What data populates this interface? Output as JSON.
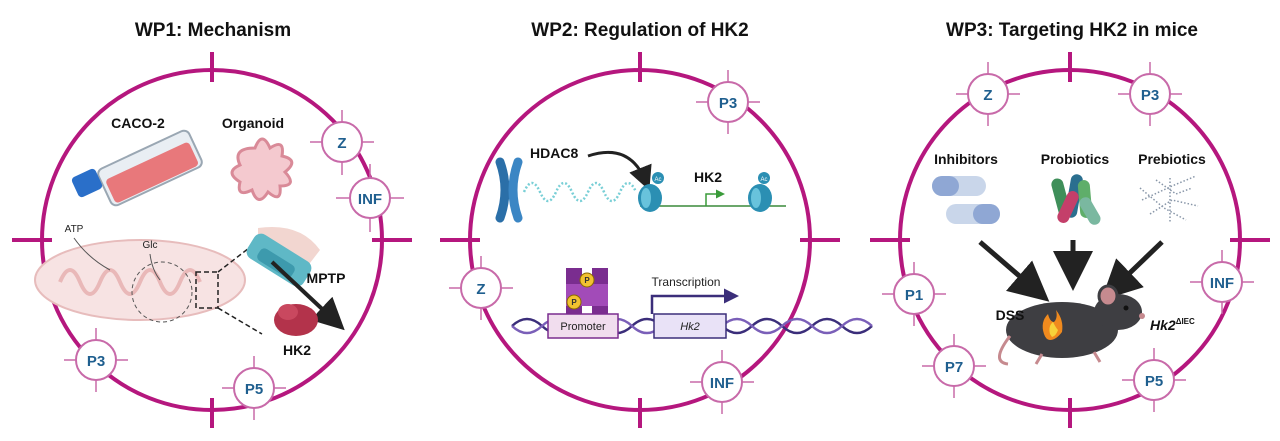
{
  "colors": {
    "ring": "#b5177e",
    "node_text": "#1f5f8f",
    "arrow": "#222222"
  },
  "panels": [
    {
      "title": "WP1: Mechanism",
      "nodes": [
        "Z",
        "INF",
        "P3",
        "P5"
      ],
      "labels": {
        "cell_line": "CACO-2",
        "organoid": "Organoid",
        "atp": "ATP",
        "glc": "Glc",
        "mptp": "MPTP",
        "hk2": "HK2"
      }
    },
    {
      "title": "WP2: Regulation of HK2",
      "nodes": [
        "P3",
        "Z",
        "INF"
      ],
      "labels": {
        "hdac8": "HDAC8",
        "hk2": "HK2",
        "ac": "Ac",
        "p": "P",
        "transcription": "Transcription",
        "promoter": "Promoter",
        "gene": "Hk2"
      }
    },
    {
      "title": "WP3: Targeting HK2 in mice",
      "nodes": [
        "Z",
        "P3",
        "INF",
        "P1",
        "P7",
        "P5"
      ],
      "labels": {
        "inhibitors": "Inhibitors",
        "probiotics": "Probiotics",
        "prebiotics": "Prebiotics",
        "dss": "DSS",
        "mouse_base": "Hk2",
        "mouse_sup": "ΔIEC"
      }
    }
  ]
}
